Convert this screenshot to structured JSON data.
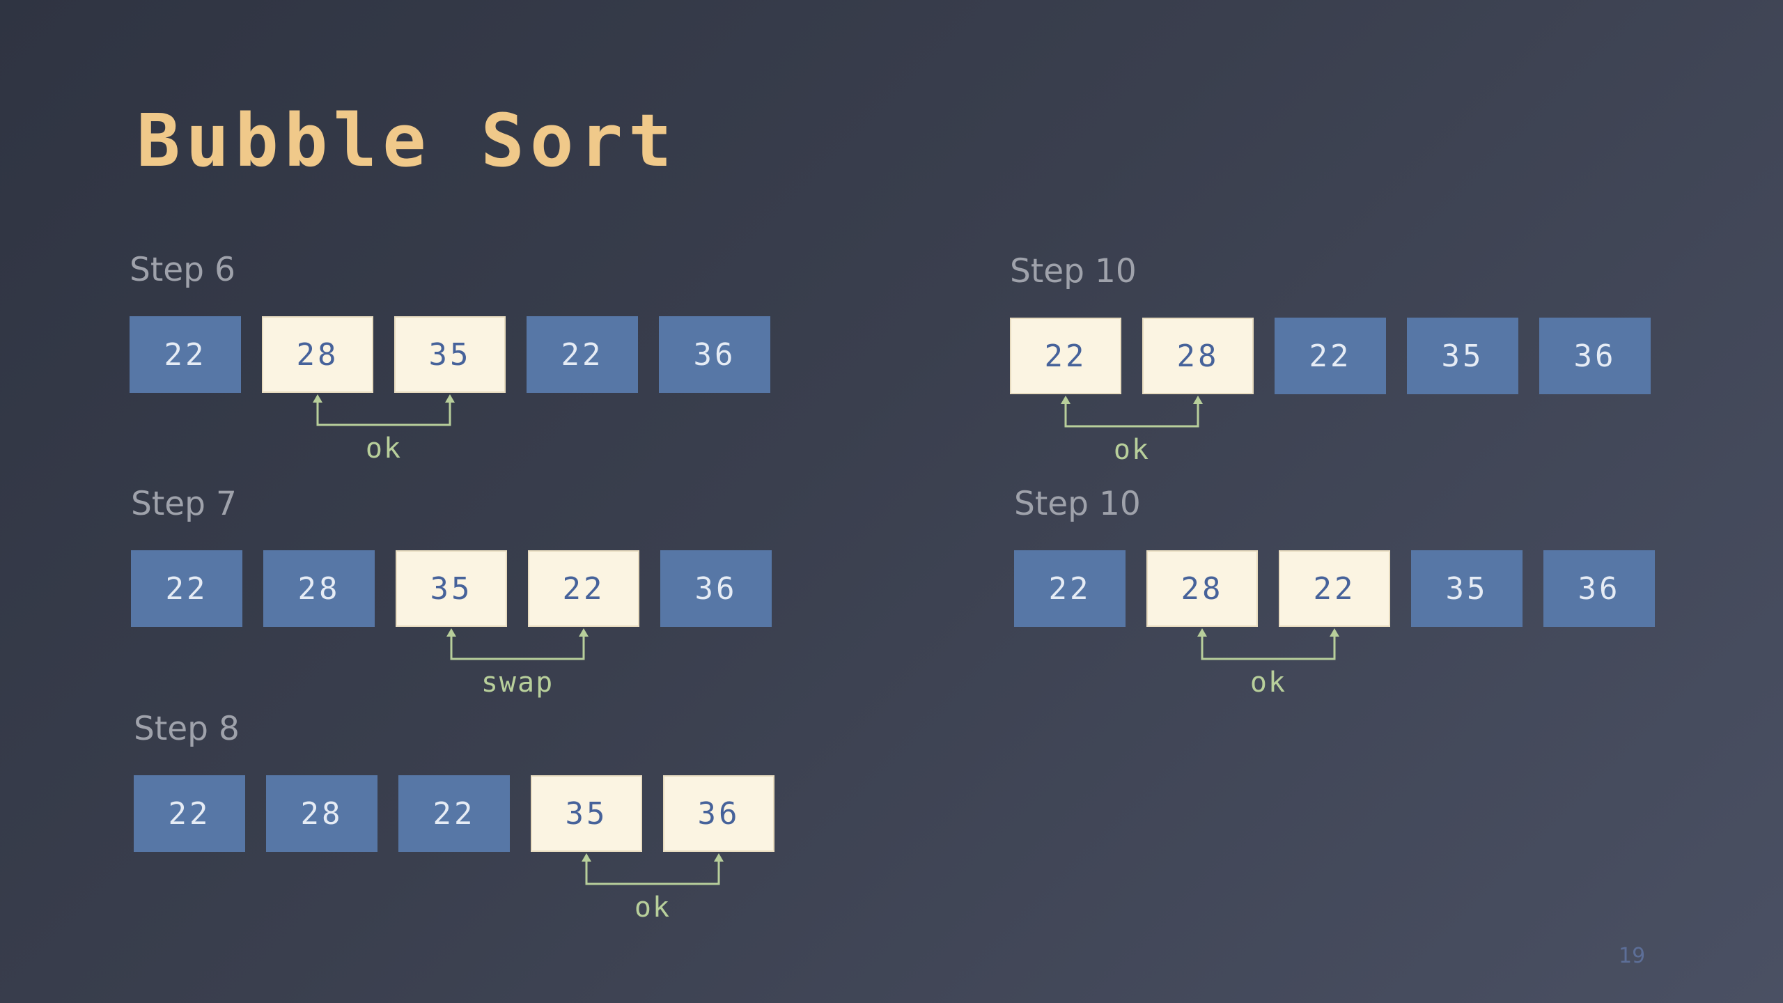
{
  "slide": {
    "title": "Bubble Sort",
    "page_number": "19",
    "colors": {
      "title": "#f0c98a",
      "cell_default": "#5777a6",
      "cell_compared": "#fbf4e2",
      "cell_compared_text": "#46629a",
      "result_text": "#b8cf9b",
      "step_label": "#9fa2ab"
    }
  },
  "steps": [
    {
      "label": "Step 6",
      "values": [
        "22",
        "28",
        "35",
        "22",
        "36"
      ],
      "compared": [
        1,
        2
      ],
      "result": "ok"
    },
    {
      "label": "Step 7",
      "values": [
        "22",
        "28",
        "35",
        "22",
        "36"
      ],
      "compared": [
        2,
        3
      ],
      "result": "swap"
    },
    {
      "label": "Step 8",
      "values": [
        "22",
        "28",
        "22",
        "35",
        "36"
      ],
      "compared": [
        3,
        4
      ],
      "result": "ok"
    },
    {
      "label": "Step 10",
      "values": [
        "22",
        "28",
        "22",
        "35",
        "36"
      ],
      "compared": [
        0,
        1
      ],
      "result": "ok"
    },
    {
      "label": "Step 10",
      "values": [
        "22",
        "28",
        "22",
        "35",
        "36"
      ],
      "compared": [
        1,
        2
      ],
      "result": "ok"
    }
  ]
}
